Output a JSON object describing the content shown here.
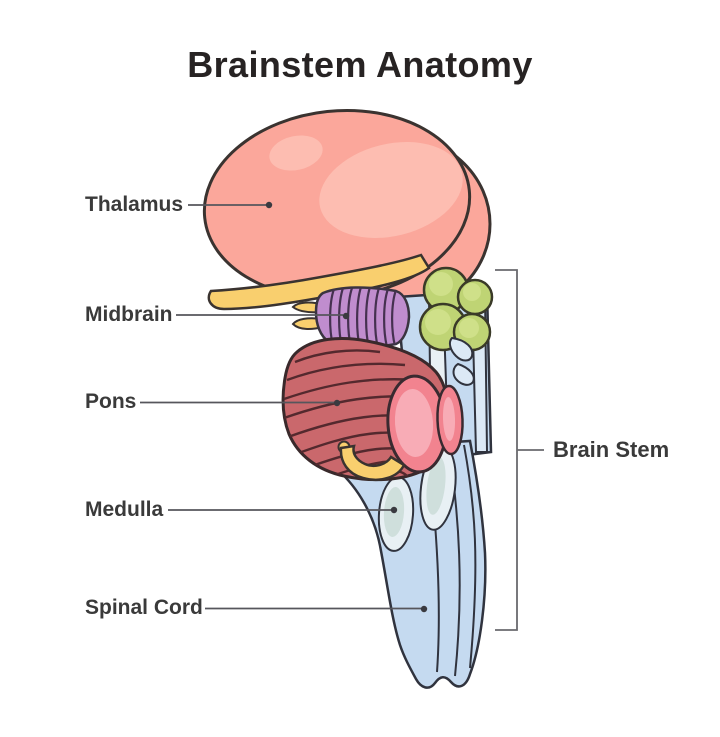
{
  "title": "Brainstem Anatomy",
  "labels": [
    {
      "text": "Thalamus"
    },
    {
      "text": "Midbrain"
    },
    {
      "text": "Pons"
    },
    {
      "text": "Medulla"
    },
    {
      "text": "Spinal Cord"
    }
  ],
  "bracket": {
    "label": "Brain Stem"
  },
  "colors": {
    "title_text": "#272323",
    "label_text": "#3a3a3a",
    "leader_line": "#56565c",
    "bracket_line": "#6a6a6e",
    "outline": "#3a3330",
    "thalamus": "#FBA79B",
    "thalamus_highlight": "#FDBDB1",
    "band_yellow": "#F9CF6E",
    "colliculi": "#BFD474",
    "colliculi_highlight": "#CFE089",
    "midbrain": "#C08DCE",
    "midbrain_stripe": "#453150",
    "pons": "#CA686C",
    "pons_stripe": "#54292E",
    "pink_oval": "#F2838F",
    "pink_oval_inner": "#F8ACB6",
    "brainstem_blue": "#C5DAF0",
    "strand_blue": "#DCE9F6",
    "olive": "#E8F0F4",
    "olive_inner": "#CFDFDC"
  }
}
